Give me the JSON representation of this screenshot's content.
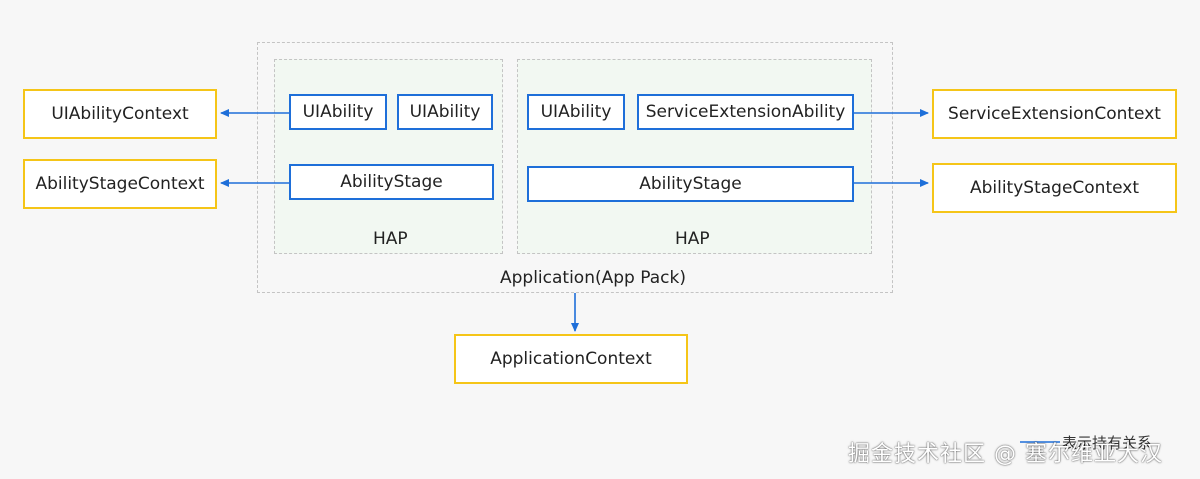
{
  "application": {
    "label": "Application(App Pack)"
  },
  "hap_left": {
    "label": "HAP",
    "uiability_1": "UIAbility",
    "uiability_2": "UIAbility",
    "ability_stage": "AbilityStage"
  },
  "hap_right": {
    "label": "HAP",
    "uiability": "UIAbility",
    "service_extension_ability": "ServiceExtensionAbility",
    "ability_stage": "AbilityStage"
  },
  "contexts": {
    "uiability_context": "UIAbilityContext",
    "ability_stage_context_left": "AbilityStageContext",
    "service_extension_context": "ServiceExtensionContext",
    "ability_stage_context_right": "AbilityStageContext",
    "application_context": "ApplicationContext"
  },
  "legend": {
    "text": "表示持有关系"
  },
  "watermark": {
    "text": "掘金技术社区 @ 塞尔维亚大汉"
  },
  "colors": {
    "arrow_blue": "#1e6fd9",
    "box_blue_border": "#1e6fd9",
    "context_yellow_border": "#f5c518",
    "dashed_gray": "#c4c4c4",
    "hap_background": "#f2f8f2",
    "page_background": "#f7f7f7"
  }
}
